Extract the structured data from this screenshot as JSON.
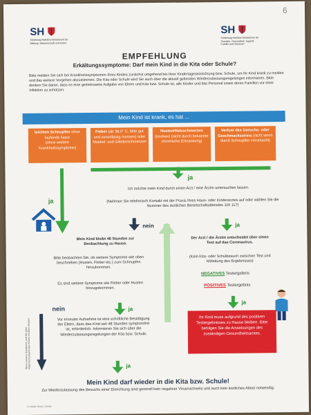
{
  "corner_mark": "6",
  "logo_left": {
    "sh": "SH",
    "sub": "Schleswig-Holstein Ministerium für Bildung, Wissenschaft und Kultur"
  },
  "logo_right": {
    "sh": "SH",
    "sub": "Schleswig-Holstein Ministerium für Soziales, Gesundheit, Jugend, Familie und Senioren"
  },
  "title": "EMPFEHLUNG",
  "subtitle": "Erkältungssymptome: Darf mein Kind in die Kita oder Schule?",
  "intro": "Bitte melden Sie sich bei Krankheitssymptomen Ihres Kindes zunächst umgehend bei Ihrer Kindertageseinrichtung bzw. Schule, um Ihr Kind krank zu melden und das weitere Vorgehen abzustimmen. Die Kita oder Schule wird Sie auch über die aktuell geltenden Wiederzulassungsregelungen informieren. Bitte denken Sie daran, dass es eine gemeinsame Aufgabe von Eltern und Kita bzw. Schule ist, alle Kinder und das Personal sowie deren Familien vor einer Infektion zu schützen.",
  "banner": "Mein Kind ist krank, es hat ...",
  "symptoms": [
    {
      "strong": "leichten Schnupfen",
      "text": " ohne laufende Nase",
      "sub": "(ohne weitere Krankheitssymptome)"
    },
    {
      "strong": "Fieber",
      "text": " (ab 38,0° C, bitte gut und zuverlässig messen) oder Muskel- und Gliederschmerzen",
      "sub": ""
    },
    {
      "strong": "Husten/Halsschmerzen",
      "text": " (trocken) (nicht durch bekannte chronische Erkrankung)",
      "sub": ""
    },
    {
      "strong": "Verlust des Geruchs- oder Geschmackssinns",
      "text": " (nicht wenn durch Schnupfen verursacht)",
      "sub": ""
    }
  ],
  "ja_label": "ja",
  "nein_label": "nein",
  "doctor_text": "Ich möchte mein Kind durch einen Arzt / eine Ärztin untersuchen lassen.",
  "contact_text": "(Nehmen Sie telefonisch Kontakt mit der Praxis Ihres Haus- oder Kinderarztes auf oder wählen Sie die Nummer des ärztlichen Bereitschaftsdienstes 116 117)",
  "stay_home": "Mein Kind bleibt 48 Stunden zur Beobachtung zu Hause.",
  "observe_text": "Bitte beobachten Sie, ob weitere Symptome wie oben beschrieben (Husten, Fieber etc.) zum Schnupfen hinzukommen.",
  "further_symptoms": "Es sind weitere Symptome wie Fieber oder Husten hinzugekommen.",
  "doctor_decides": "Der Arzt / die Ärztin entscheidet über einen Test auf das Coronavirus.",
  "no_cert": "(Kein Kita- oder Schulbesuch zwischen Test und Mitteilung des Ergebnisses)",
  "negatives": "NEGATIVES",
  "positives": "POSITIVES",
  "testergebnis": "Testergebnis",
  "written_confirm": "Vor erneuter Aufnahme ist eine schriftliche Bestätigung der Eltern, dass das Kind seit 48 Stunden symptomfrei ist, erforderlich. Informieren Sie sich über die Wiederzulassungsregelungen der Kita bzw. Schule.",
  "side_note": "Wenn weitere Symptome und der gute Allgemeinzustand des Kindes erhalten bleiben",
  "positive_box": "Ihr Kind muss aufgrund des positiven Testergebnisses zu Hause bleiben. Bitte befolgen Sie die Anweisungen des zuständigen Gesundheitsamtes.",
  "final": "Mein Kind darf wieder in die Kita bzw. Schule!",
  "final_note": "Zur Wiederzulassung des Besuchs einer Einrichtung sind generell kein negativer Virusnachweis und auch kein ärztliches Attest notwendig.",
  "footer": "© Adobe Stock / fotolia",
  "colors": {
    "orange": "#e9772f",
    "blue": "#2f86c7",
    "green": "#3aa642",
    "red": "#d9262d",
    "darkblue": "#1a3b6e"
  }
}
